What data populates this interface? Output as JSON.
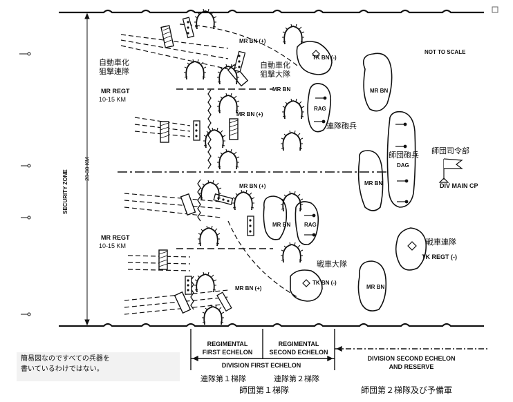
{
  "diagram": {
    "not_to_scale": "NOT TO SCALE",
    "security_zone": "SECURITY ZONE",
    "depth": "20-30 KM",
    "regiments": [
      {
        "label": "MR REGT",
        "width": "10-15 KM"
      },
      {
        "label": "MR REGT",
        "width": "10-15 KM"
      }
    ],
    "unit_labels": {
      "mr_bn_plus": "MR BN (+)",
      "mr_bn": "MR BN",
      "tk_bn_minus": "TK BN (-)",
      "rag": "RAG",
      "dag": "DAG",
      "div_main_cp": "DIV MAIN CP",
      "tk_regt": "TK REGT (-)"
    },
    "bottom_labels": {
      "regimental_first": "REGIMENTAL\nFIRST ECHELON",
      "regimental_second": "REGIMENTAL\nSECOND ECHELON",
      "division_first": "DIVISION FIRST ECHELON",
      "division_second": "DIVISION SECOND ECHELON\nAND RESERVE"
    },
    "japanese": {
      "sniper_company": "自動車化\n狙撃連隊",
      "sniper_battalion": "自動車化\n狙撃大隊",
      "regt_artillery": "連隊砲兵",
      "div_artillery": "師団砲兵",
      "div_hq": "師団司令部",
      "tank_regiment": "戦車連隊",
      "tank_battalion": "戦車大隊",
      "regt_first": "連隊第１梯隊",
      "regt_second": "連隊第２梯隊",
      "div_first": "師団第１梯隊",
      "div_second": "師団第２梯隊及び予備軍",
      "note": "簡易図なのですべての兵器を\n書いているわけではない。"
    }
  }
}
